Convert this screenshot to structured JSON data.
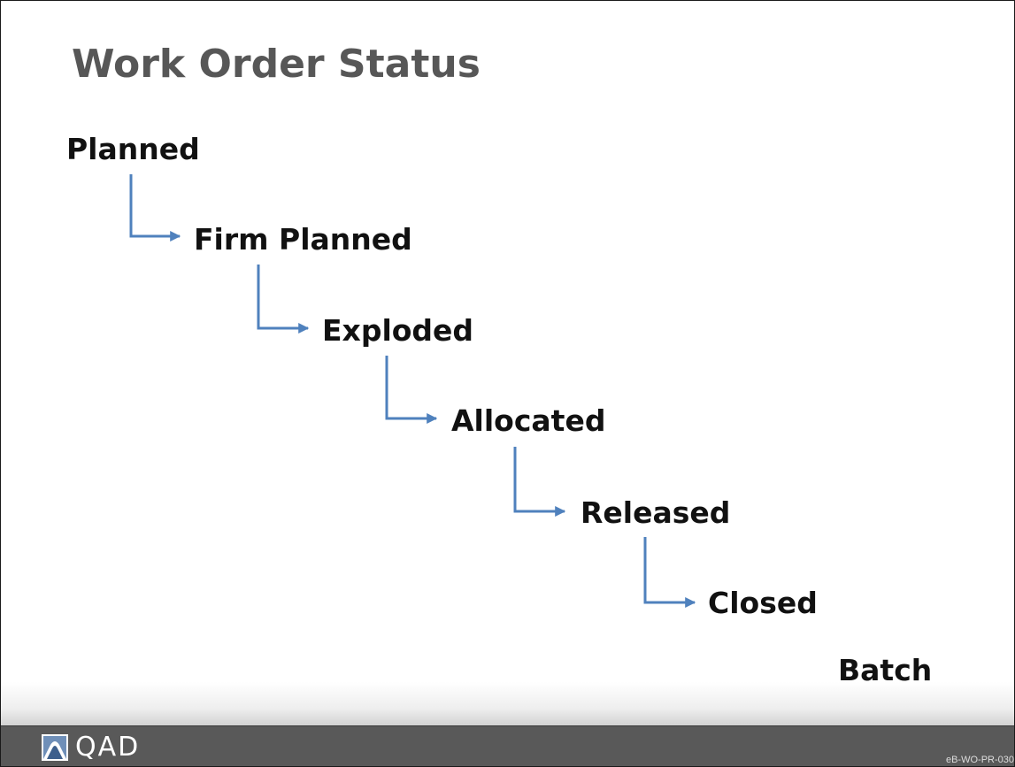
{
  "slide": {
    "title": "Work Order Status",
    "statuses": [
      "Planned",
      "Firm Planned",
      "Exploded",
      "Allocated",
      "Released",
      "Closed"
    ],
    "extra_status": "Batch",
    "footer": {
      "logo_text": "QAD",
      "slide_code": "eB-WO-PR-030"
    }
  },
  "colors": {
    "arrow": "#4F81BD",
    "title": "#575757",
    "footer_bar": "#595959"
  }
}
